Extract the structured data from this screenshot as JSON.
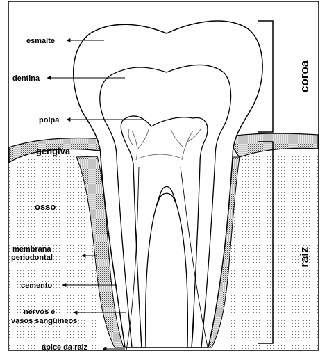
{
  "diagram": {
    "labels": {
      "esmalte": "esmalte",
      "dentina": "dentina",
      "polpa": "polpa",
      "gengiva": "gengiva",
      "osso": "osso",
      "membrana_1": "membrana",
      "membrana_2": "periodontal",
      "cemento": "cemento",
      "nervos_1": "nervos e",
      "nervos_2": "vasos sangüíneos",
      "apice": "ápice da raiz",
      "coroa": "coroa",
      "raiz": "raiz"
    }
  }
}
